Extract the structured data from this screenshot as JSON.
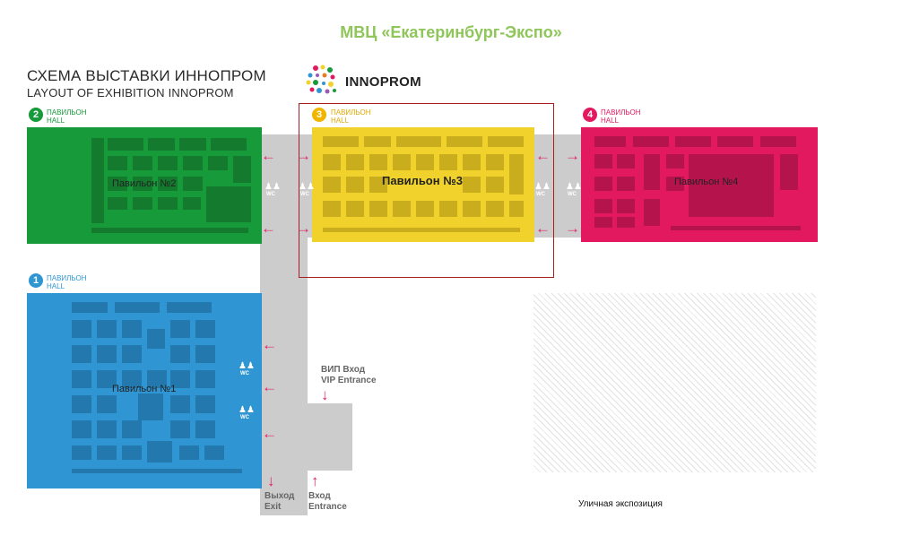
{
  "header": {
    "title": "МВЦ «Екатеринбург-Экспо»",
    "scheme_title_ru": "СХЕМА ВЫСТАВКИ ИННОПРОМ",
    "scheme_title_en": "LAYOUT OF EXHIBITION INNOPROM",
    "brand": "INNOPROM"
  },
  "halls": [
    {
      "number": "1",
      "label_ru": "ПАВИЛЬОН",
      "label_en": "HALL",
      "name": "Павильон №1",
      "color": "#2f96d3"
    },
    {
      "number": "2",
      "label_ru": "ПАВИЛЬОН",
      "label_en": "HALL",
      "name": "Павильон №2",
      "color": "#179a3a"
    },
    {
      "number": "3",
      "label_ru": "ПАВИЛЬОН",
      "label_en": "HALL",
      "name": "Павильон №3",
      "color": "#f1d22c"
    },
    {
      "number": "4",
      "label_ru": "ПАВИЛЬОН",
      "label_en": "HALL",
      "name": "Павильон №4",
      "color": "#e2195f"
    }
  ],
  "wc_label": "WC",
  "entrances": {
    "vip_ru": "ВИП Вход",
    "vip_en": "VIP Entrance",
    "exit_ru": "Выход",
    "exit_en": "Exit",
    "entrance_ru": "Вход",
    "entrance_en": "Entrance"
  },
  "street_exposition": "Уличная экспозиция",
  "colors": {
    "accent_arrow": "#e4226c",
    "corridor": "#cccccc",
    "highlight": "#a61e1e",
    "title_green": "#8fc65a"
  }
}
